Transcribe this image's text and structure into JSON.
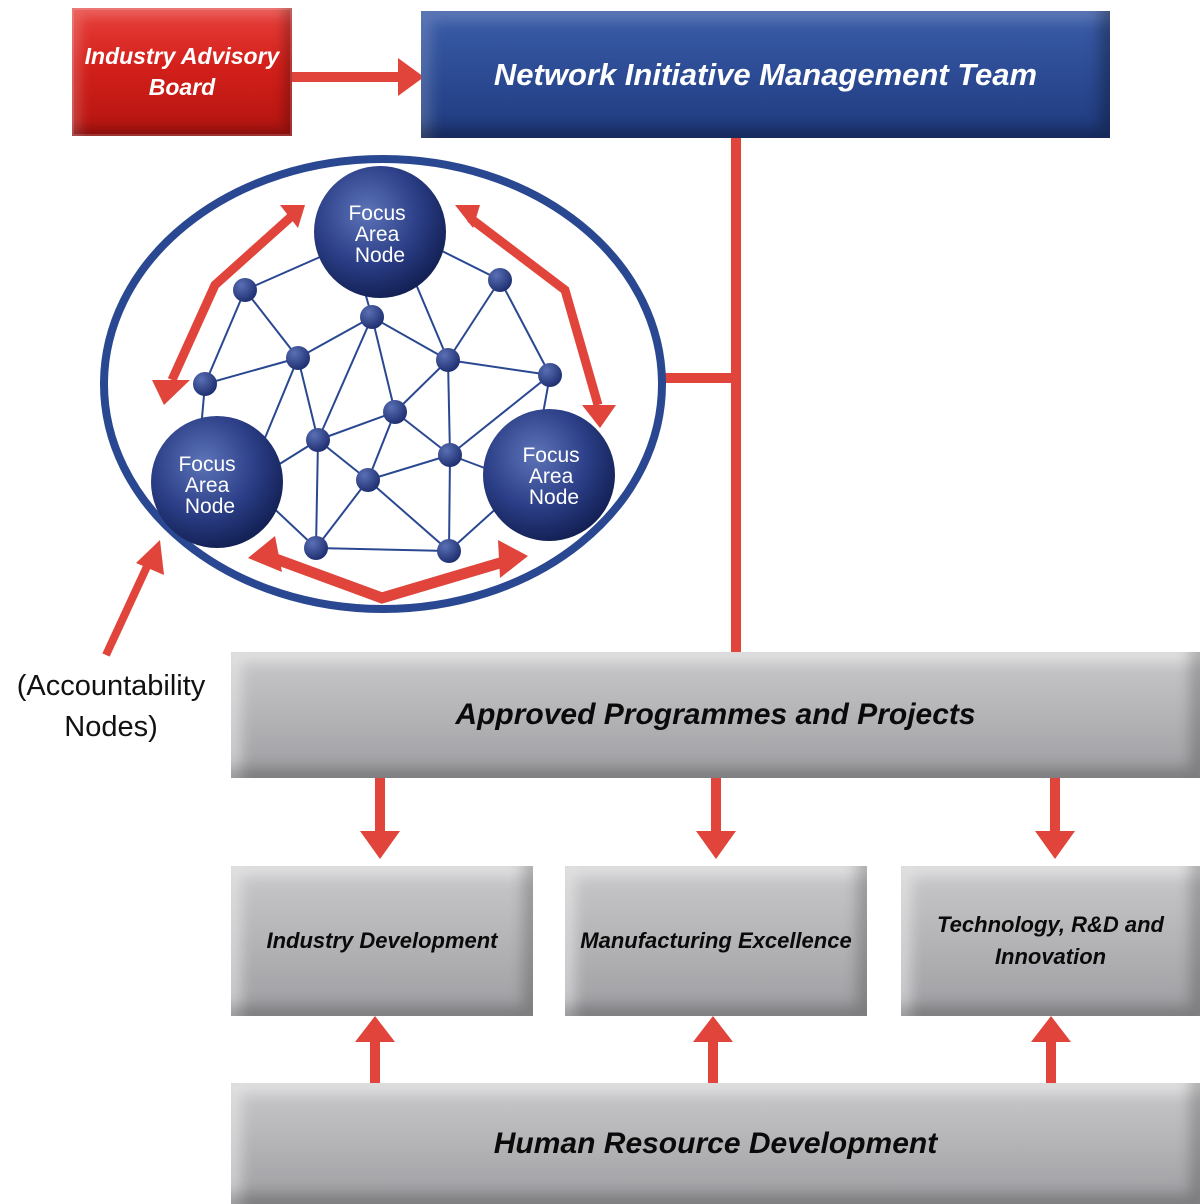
{
  "advisory_board": "Industry Advisory Board",
  "management_team": "Network Initiative Management Team",
  "focus_nodes": [
    {
      "lines": [
        "Focus",
        "Area",
        "Node"
      ]
    },
    {
      "lines": [
        "Focus",
        "Area",
        "Node"
      ]
    },
    {
      "lines": [
        "Focus",
        "Area",
        "Node"
      ]
    }
  ],
  "accountability_label": "(Accountability Nodes)",
  "approved": "Approved Programmes and Projects",
  "pillars": [
    {
      "label": "Industry Development"
    },
    {
      "label": "Manufacturing Excellence"
    },
    {
      "label": "Technology, R&D and Innovation"
    }
  ],
  "foundation": "Human Resource Development",
  "colors": {
    "accent_red": "#e0443a",
    "navy": "#2a4891",
    "node_blue": "#2c3f88",
    "grey": "#b4b4b7"
  }
}
